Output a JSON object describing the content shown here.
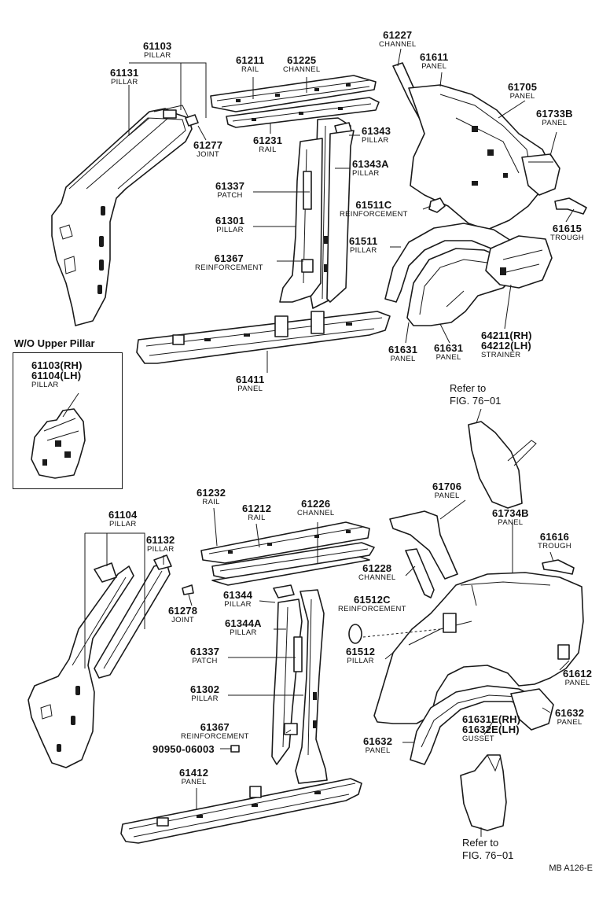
{
  "callouts": [
    {
      "id": "c61103",
      "num": "61103",
      "name": "PILLAR"
    },
    {
      "id": "c61131",
      "num": "61131",
      "name": "PILLAR"
    },
    {
      "id": "c61277",
      "num": "61277",
      "name": "JOINT"
    },
    {
      "id": "c61211",
      "num": "61211",
      "name": "RAIL"
    },
    {
      "id": "c61225",
      "num": "61225",
      "name": "CHANNEL"
    },
    {
      "id": "c61231",
      "num": "61231",
      "name": "RAIL"
    },
    {
      "id": "c61343",
      "num": "61343",
      "name": "PILLAR"
    },
    {
      "id": "c61343a",
      "num": "61343A",
      "name": "PILLAR"
    },
    {
      "id": "c61337",
      "num": "61337",
      "name": "PATCH"
    },
    {
      "id": "c61301",
      "num": "61301",
      "name": "PILLAR"
    },
    {
      "id": "c61367",
      "num": "61367",
      "name": "REINFORCEMENT"
    },
    {
      "id": "c61411",
      "num": "61411",
      "name": "PANEL"
    },
    {
      "id": "c61227",
      "num": "61227",
      "name": "CHANNEL"
    },
    {
      "id": "c61611",
      "num": "61611",
      "name": "PANEL"
    },
    {
      "id": "c61705",
      "num": "61705",
      "name": "PANEL"
    },
    {
      "id": "c61733b",
      "num": "61733B",
      "name": "PANEL"
    },
    {
      "id": "c61511c",
      "num": "61511C",
      "name": "REINFORCEMENT"
    },
    {
      "id": "c61615",
      "num": "61615",
      "name": "TROUGH"
    },
    {
      "id": "c61511",
      "num": "61511",
      "name": "PILLAR"
    },
    {
      "id": "c61631a",
      "num": "61631",
      "name": "PANEL"
    },
    {
      "id": "c61631b",
      "num": "61631",
      "name": "PANEL"
    },
    {
      "id": "c64211",
      "num": "64211(RH)",
      "num2": "64212(LH)",
      "name": "STRAINER"
    },
    {
      "id": "cInset",
      "num": "61103(RH)",
      "num2": "61104(LH)",
      "name": "PILLAR"
    },
    {
      "id": "c61232",
      "num": "61232",
      "name": "RAIL"
    },
    {
      "id": "c61212",
      "num": "61212",
      "name": "RAIL"
    },
    {
      "id": "c61226",
      "num": "61226",
      "name": "CHANNEL"
    },
    {
      "id": "c61104",
      "num": "61104",
      "name": "PILLAR"
    },
    {
      "id": "c61132",
      "num": "61132",
      "name": "PILLAR"
    },
    {
      "id": "c61278",
      "num": "61278",
      "name": "JOINT"
    },
    {
      "id": "c61228",
      "num": "61228",
      "name": "CHANNEL"
    },
    {
      "id": "c61344",
      "num": "61344",
      "name": "PILLAR"
    },
    {
      "id": "c61344a",
      "num": "61344A",
      "name": "PILLAR"
    },
    {
      "id": "c61337b",
      "num": "61337",
      "name": "PATCH"
    },
    {
      "id": "c61302",
      "num": "61302",
      "name": "PILLAR"
    },
    {
      "id": "c61367b",
      "num": "61367",
      "name": "REINFORCEMENT"
    },
    {
      "id": "c90950",
      "num": "90950-06003",
      "name": ""
    },
    {
      "id": "c61412",
      "num": "61412",
      "name": "PANEL"
    },
    {
      "id": "c61706",
      "num": "61706",
      "name": "PANEL"
    },
    {
      "id": "c61734b",
      "num": "61734B",
      "name": "PANEL"
    },
    {
      "id": "c61616",
      "num": "61616",
      "name": "TROUGH"
    },
    {
      "id": "c61512c",
      "num": "61512C",
      "name": "REINFORCEMENT"
    },
    {
      "id": "c61512",
      "num": "61512",
      "name": "PILLAR"
    },
    {
      "id": "c61612",
      "num": "61612",
      "name": "PANEL"
    },
    {
      "id": "c61631e",
      "num": "61631E(RH)",
      "num2": "61632E(LH)",
      "name": "GUSSET"
    },
    {
      "id": "c61632a",
      "num": "61632",
      "name": "PANEL"
    },
    {
      "id": "c61632b",
      "num": "61632",
      "name": "PANEL"
    }
  ],
  "inset_title": "W/O Upper Pillar",
  "refer_top": {
    "line1": "Refer to",
    "line2": "FIG. 76−01"
  },
  "refer_bottom": {
    "line1": "Refer to",
    "line2": "FIG. 76−01"
  },
  "figure_code": "MB A126-E"
}
